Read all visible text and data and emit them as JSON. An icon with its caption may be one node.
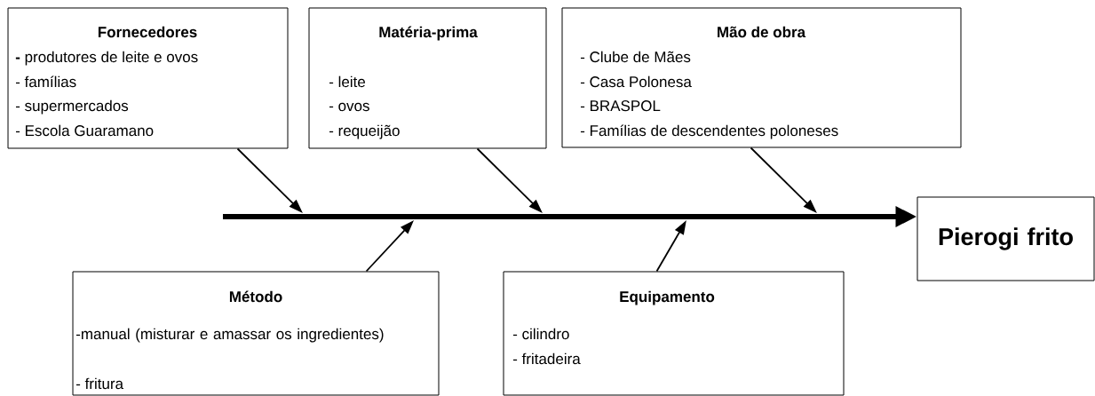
{
  "diagram": {
    "nodes": [
      {
        "text": [
          "Fornecedores",
          "**-** produtores de leite e ovos",
          "- famílias",
          "- supermercados",
          "- Escola Guaramano"
        ]
      },
      {
        "text": [
          "Matéria-prima",
          "- leite",
          "- ovos",
          "- requeijão"
        ]
      },
      {
        "text": [
          "Mão de obra",
          "- Clube de Mães",
          "- Casa Polonesa",
          "- BRASPOL",
          "- Famílias de descendentes poloneses"
        ]
      },
      {
        "text": [
          "Método",
          "-manual (misturar e amassar os ingredientes)",
          "- fritura"
        ]
      },
      {
        "text": [
          "Equipamento",
          "- cilindro",
          "- fritadeira"
        ]
      },
      {
        "text": [
          "Pierogi frito"
        ]
      }
    ],
    "edges": [
      {
        "from": null,
        "to": 5,
        "arrow": "to",
        "style": "thick"
      },
      {
        "from": 0,
        "to": null,
        "arrow": "to"
      },
      {
        "from": 1,
        "to": null,
        "arrow": "to"
      },
      {
        "from": 2,
        "to": null,
        "arrow": "to"
      },
      {
        "from": 3,
        "to": null,
        "arrow": "to"
      },
      {
        "from": 4,
        "to": null,
        "arrow": "to"
      }
    ]
  }
}
